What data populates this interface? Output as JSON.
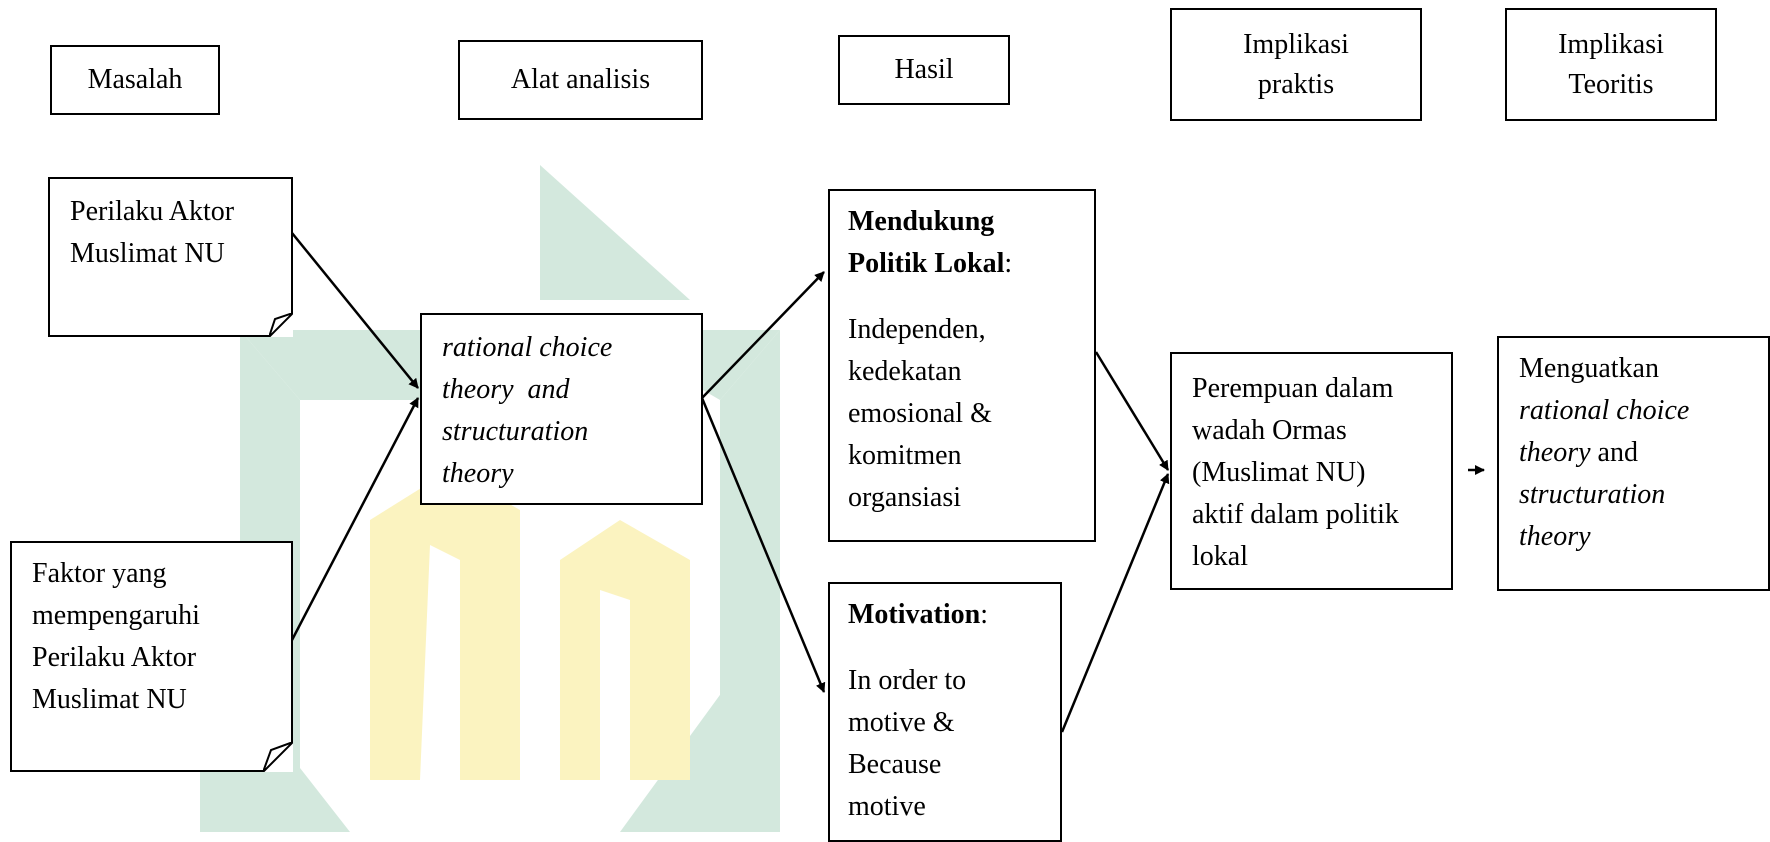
{
  "headers": {
    "masalah": "Masalah",
    "alat_analisis": "Alat analisis",
    "hasil": "Hasil",
    "implikasi_praktis": [
      "Implikasi",
      "praktis"
    ],
    "implikasi_teoritis": [
      "Implikasi",
      "Teoritis"
    ]
  },
  "boxes": {
    "perilaku_aktor": [
      "Perilaku Aktor",
      "Muslimat NU"
    ],
    "faktor": [
      "Faktor yang",
      "mempengaruhi",
      "Perilaku Aktor",
      "Muslimat NU"
    ],
    "teori": [
      "rational choice",
      "theory  and",
      "structuration",
      "theory"
    ],
    "mendukung": {
      "title_lines": [
        "Mendukung",
        "Politik Lokal"
      ],
      "colon": ":",
      "body": [
        "Independen,",
        "kedekatan",
        "emosional &",
        "komitmen",
        "organsiasi"
      ]
    },
    "motivation": {
      "title": "Motivation",
      "colon": ":",
      "body": [
        "In order to",
        "motive &",
        "Because",
        "motive"
      ]
    },
    "perempuan": [
      "Perempuan dalam",
      "wadah Ormas",
      "(Muslimat NU)",
      "aktif dalam politik",
      "lokal"
    ],
    "menguatkan": {
      "line1": "Menguatkan",
      "line2": "rational choice",
      "line3_italic": "theory",
      "line3_rest": " and",
      "line4": "structuration",
      "line5": "theory"
    }
  },
  "colors": {
    "watermark_green": "#d3e8dd",
    "watermark_yellow": "#fbf3c0",
    "line": "#000000"
  }
}
